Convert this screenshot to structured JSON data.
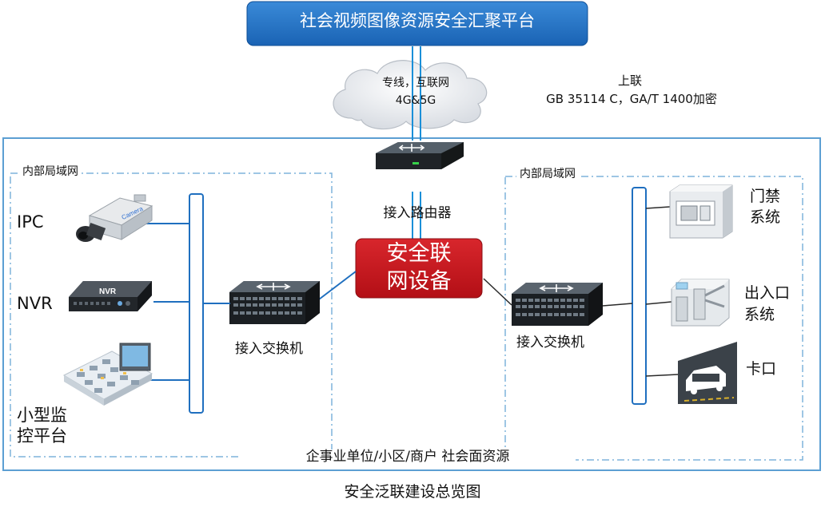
{
  "top_platform": {
    "label": "社会视频图像资源安全汇聚平台"
  },
  "cloud": {
    "line1": "专线，互联网",
    "line2": "4G&5G"
  },
  "uplink": {
    "line1": "上联",
    "line2": "GB 35114 C，GA/T 1400加密"
  },
  "router": {
    "label": "接入路由器"
  },
  "security_device": {
    "line1": "安全联",
    "line2": "网设备"
  },
  "left_lan": {
    "title": "内部局域网",
    "devices": {
      "ipc": "IPC",
      "nvr": "NVR",
      "nvr_badge": "NVR",
      "platform_line1": "小型监",
      "platform_line2": "控平台"
    },
    "switch_label": "接入交换机",
    "camera_text": "Camera"
  },
  "right_lan": {
    "title": "内部局域网",
    "switch_label": "接入交换机",
    "devices": {
      "access_control_line1": "门禁",
      "access_control_line2": "系统",
      "entry_exit_line1": "出入口",
      "entry_exit_line2": "系统",
      "checkpoint": "卡口"
    }
  },
  "bottom_label": "企事业单位/小区/商户  社会面资源",
  "caption": "安全泛联建设总览图",
  "colors": {
    "platform_blue": "#1f6fc1",
    "border_blue": "#5c9fd3",
    "security_red": "#c8161d",
    "link_blue": "#1f6fbf",
    "dash_blue": "#7fb4dc"
  }
}
